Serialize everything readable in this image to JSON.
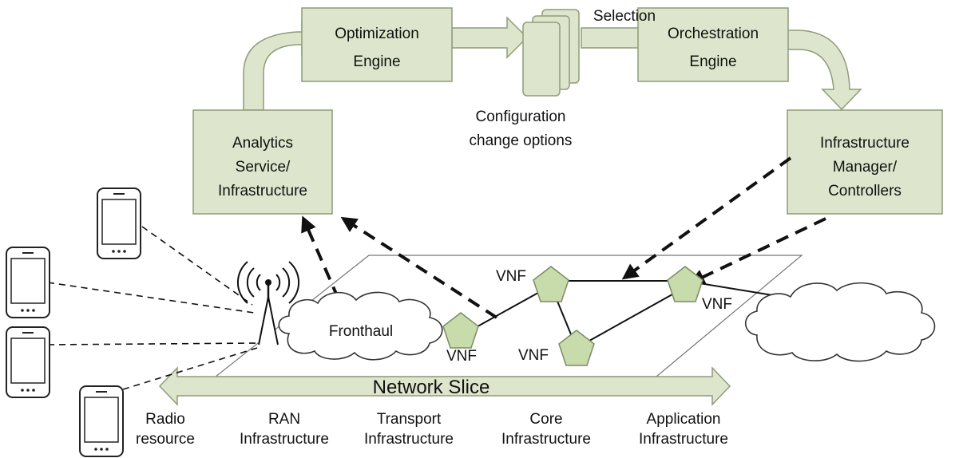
{
  "boxes": {
    "optimization": [
      "Optimization",
      "Engine"
    ],
    "orchestration": [
      "Orchestration",
      "Engine"
    ],
    "analytics": [
      "Analytics",
      "Service/",
      "Infrastructure"
    ],
    "infra_manager": [
      "Infrastructure",
      "Manager/",
      "Controllers"
    ]
  },
  "labels": {
    "selection": "Selection",
    "config_options": [
      "Configuration",
      "change options"
    ],
    "fronthaul": "Fronthaul",
    "vnf": "VNF",
    "network_slice": "Network Slice"
  },
  "layers": [
    [
      "Radio",
      "resource"
    ],
    [
      "RAN",
      "Infrastructure"
    ],
    [
      "Transport",
      "Infrastructure"
    ],
    [
      "Core",
      "Infrastructure"
    ],
    [
      "Application",
      "Infrastructure"
    ]
  ],
  "colors": {
    "box_fill": "#dde6cc",
    "box_stroke": "#8f9c7a",
    "vnf_fill": "#c8dbab"
  }
}
